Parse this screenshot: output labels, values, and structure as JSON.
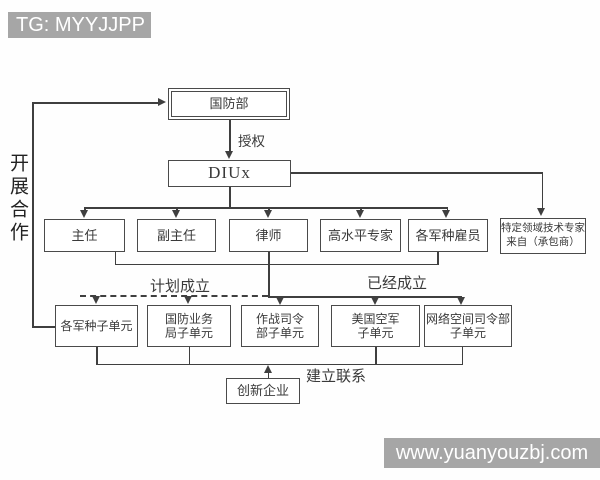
{
  "watermarks": {
    "top_left": "TG: MYYJJPP",
    "bottom_right": "www.yuanyouzbj.com"
  },
  "colors": {
    "watermark_bg": "#a6a6a6",
    "watermark_text": "#ffffff",
    "line": "#3f3f3f",
    "box_border": "#4a4a4a",
    "text": "#3a3a3a",
    "background": "#fefefe"
  },
  "diagram": {
    "root": "国防部",
    "authorize_label": "授权",
    "hub": "DIUx",
    "cooperation_label": "开展合作",
    "staff": [
      "主任",
      "副主任",
      "律师",
      "高水平专家",
      "各军种雇员"
    ],
    "contractor": {
      "lines": [
        "特定领域技术专家",
        "来自（承包商）"
      ]
    },
    "planned_label": "计划成立",
    "established_label": "已经成立",
    "subunits": [
      {
        "lines": [
          "各军种子单元",
          ""
        ]
      },
      {
        "lines": [
          "国防业务",
          "局子单元"
        ]
      },
      {
        "lines": [
          "作战司令",
          "部子单元"
        ]
      },
      {
        "lines": [
          "美国空军",
          "子单元"
        ]
      },
      {
        "lines": [
          "网络空间司令部",
          "子单元"
        ]
      }
    ],
    "link_label": "建立联系",
    "startup": "创新企业"
  }
}
